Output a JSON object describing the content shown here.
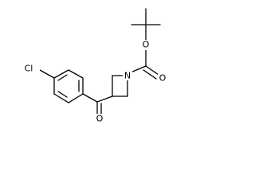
{
  "structure": {
    "atoms": {
      "chlorine": "Cl",
      "ketone_oxygen": "O",
      "azetidine_nitrogen": "N",
      "carbamate_carbonyl_oxygen": "O",
      "ester_oxygen": "O"
    },
    "colors": {
      "bond": "#000000",
      "label": "#000000",
      "background": "#ffffff"
    }
  }
}
